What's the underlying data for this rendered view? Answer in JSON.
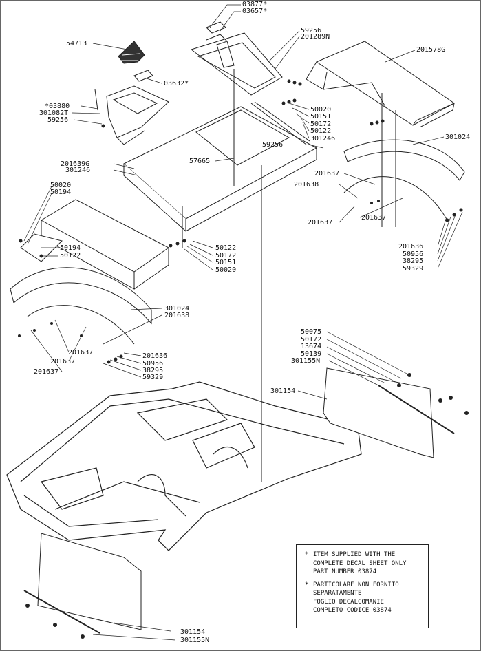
{
  "part_labels": [
    "03877*",
    "03657*",
    "59256",
    "201289N",
    "54713",
    "03632*",
    "201578G",
    "*03880",
    "301082T",
    "59256",
    "50020",
    "50151",
    "50172",
    "50122",
    "301246",
    "59256",
    "301024",
    "201639G",
    "301246",
    "57665",
    "201637",
    "201638",
    "201637",
    "201637",
    "50020",
    "50194",
    "50194",
    "50122",
    "50122",
    "50172",
    "50151",
    "50020",
    "201636",
    "50956",
    "38295",
    "59329",
    "301024",
    "201638",
    "201637",
    "201637",
    "201637",
    "201636",
    "50956",
    "38295",
    "59329",
    "50075",
    "50172",
    "13674",
    "50139",
    "301155N",
    "301154",
    "301154",
    "301155N"
  ],
  "note": {
    "marker": "*",
    "english": [
      "ITEM SUPPLIED WITH THE",
      "COMPLETE DECAL SHEET ONLY",
      "PART NUMBER 03874"
    ],
    "italian": [
      "PARTICOLARE NON FORNITO",
      "SEPARATAMENTE",
      "FOGLIO DECALCOMANIE",
      "COMPLETO CODICE 03874"
    ]
  }
}
